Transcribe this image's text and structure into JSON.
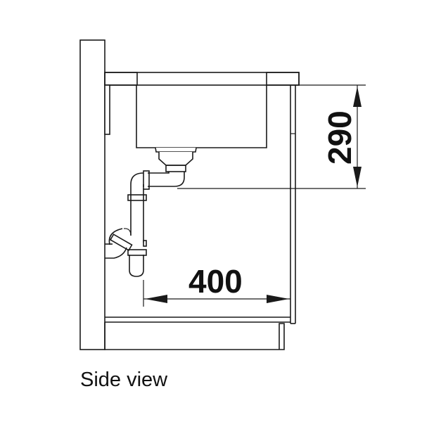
{
  "diagram": {
    "caption": "Side view",
    "dimensions": {
      "height_label": "290",
      "width_label": "400"
    },
    "colors": {
      "line": "#1a1a1a",
      "background": "#ffffff"
    },
    "parts": [
      "wall",
      "countertop",
      "sink-bowl",
      "drain-strainer",
      "trap-siphon",
      "cabinet",
      "plinth"
    ]
  }
}
